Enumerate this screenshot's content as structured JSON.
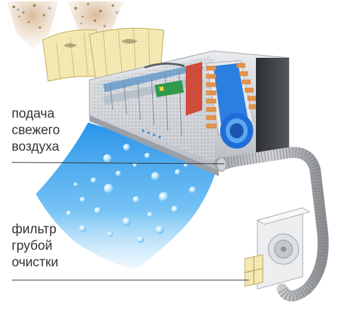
{
  "callouts": {
    "fresh_air_supply": [
      "подача",
      "свежего",
      "воздуха"
    ],
    "coarse_filter": [
      "фильтр",
      "грубой",
      "очистки"
    ]
  },
  "colors": {
    "airflow_blue": "#3a9ee8",
    "filter_yellow": "#f4e6a6",
    "fin_orange": "#e7934a",
    "fan_blue": "#2a7fe0",
    "housing_gray": "#cfd3d8",
    "hose_gray": "#8f9296",
    "leader_line": "#333333"
  },
  "icons": [
    "dust-cloud-icon",
    "filter-panel-icon",
    "air-conditioner-unit-icon",
    "cold-airflow-icon",
    "ventilation-hose-icon",
    "fresh-air-module-icon"
  ]
}
